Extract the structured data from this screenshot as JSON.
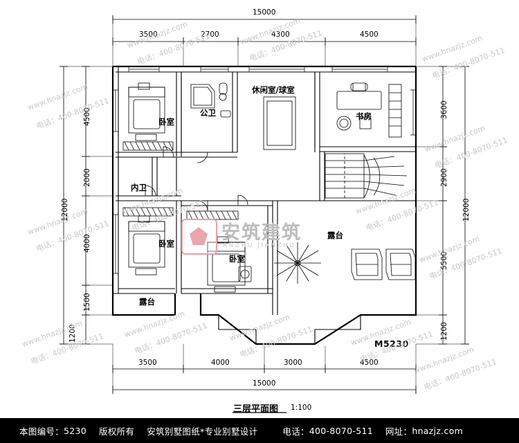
{
  "drawing": {
    "title": "三层平面图",
    "scale": "1:100",
    "plan_code": "M5230",
    "overall_width_mm": "15000",
    "overall_height_mm": "12000",
    "top_dimensions": [
      "3500",
      "2700",
      "4300",
      "4500"
    ],
    "bottom_dimensions": [
      "3500",
      "4000",
      "3000",
      "4500"
    ],
    "left_dimensions": [
      "4500",
      "2000",
      "4000",
      "1500",
      "1200"
    ],
    "right_dimensions": [
      "3600",
      "2900",
      "5500",
      "1200"
    ],
    "rooms": [
      {
        "id": "bedroom-top-left",
        "label": "卧室"
      },
      {
        "id": "public-bathroom",
        "label": "公卫"
      },
      {
        "id": "leisure-billiards",
        "label": "休闲室/球室"
      },
      {
        "id": "study",
        "label": "书房"
      },
      {
        "id": "inner-bathroom",
        "label": "内卫"
      },
      {
        "id": "bedroom-bottom-left",
        "label": "卧室"
      },
      {
        "id": "bedroom-bottom-middle",
        "label": "卧室"
      },
      {
        "id": "terrace-left",
        "label": "露台"
      },
      {
        "id": "terrace-right",
        "label": "露台"
      }
    ]
  },
  "logo": {
    "brand_cn": "安筑建筑",
    "brand_en": "ANZHU JIANZHU"
  },
  "watermarks": {
    "phone": "电话：400-8070-511",
    "site": "www.hnazjz.com"
  },
  "footer": {
    "code_label": "本图编号：",
    "code_value": "5230",
    "copyright": "版权所有",
    "company": "安筑别墅图纸*专业别墅设计",
    "phone_label": "电话：",
    "phone_value": "400-8070-511",
    "site_label": "网址：",
    "site_value": "hnazjz.com"
  }
}
